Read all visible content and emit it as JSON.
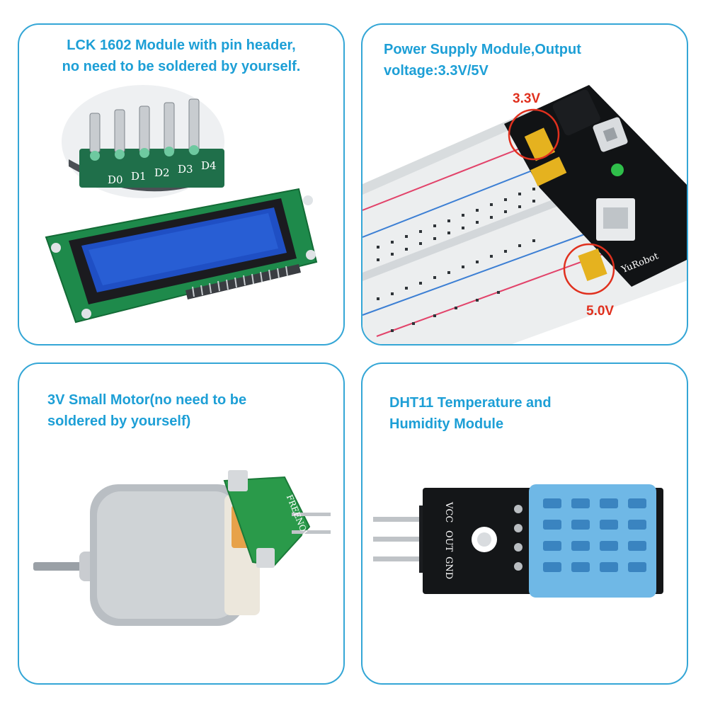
{
  "panels": {
    "lcd": {
      "caption_lines": [
        "LCK 1602 Module with pin header,",
        "no need to be soldered by yourself."
      ],
      "pin_labels": [
        "D0",
        "D1",
        "D2",
        "D3",
        "D4"
      ]
    },
    "power": {
      "caption_lines": [
        "Power Supply Module,Output",
        "voltage:3.3V/5V"
      ],
      "label_top": "3.3V",
      "label_bottom": "5.0V",
      "board_brand": "YuRobot"
    },
    "motor": {
      "caption_lines": [
        "3V Small Motor(no need to be",
        "soldered by yourself)"
      ],
      "board_brand": "FREENOVE"
    },
    "dht": {
      "caption_lines": [
        "DHT11 Temperature and",
        "Humidity Module"
      ],
      "pin_labels": [
        "VCC",
        "OUT",
        "GND"
      ]
    }
  },
  "colors": {
    "border": "#34a6d6",
    "caption": "#1d9fd6",
    "highlight": "#e0301e"
  }
}
